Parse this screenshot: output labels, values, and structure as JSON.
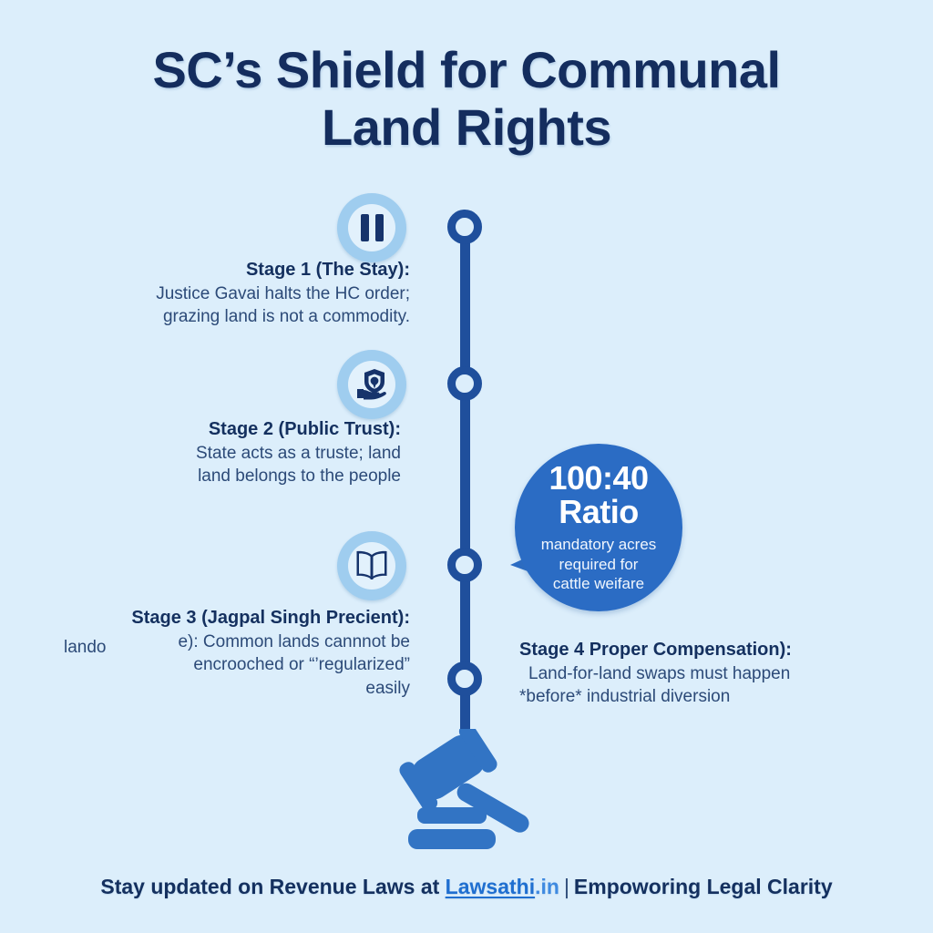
{
  "poster": {
    "title_line_1": "SC’s Shield for Communal",
    "title_line_2": "Land Rights",
    "background_color": "#dceefb",
    "accent_navy": "#14305f",
    "accent_blue": "#2b6cc4",
    "badge_ring_color": "#9fcdef"
  },
  "stages": [
    {
      "icon": "pause-icon",
      "heading": "Stage 1 (The Stay):",
      "body_line_1": "Justice Gavai halts the HC order;",
      "body_line_2": "grazing land is not a commodity."
    },
    {
      "icon": "shield-in-hand-icon",
      "heading": "Stage 2 (Public Trust):",
      "body_line_1": "State acts as a truste; land",
      "body_line_2": "land belongs to the people"
    },
    {
      "icon": "open-book-icon",
      "heading": "Stage 3 (Jagpal Singh Precient):",
      "body_line_1": "e): Common lands cannnot be",
      "body_line_2": "encrooched or “’regularized”",
      "body_line_3": "easily",
      "artifact_fragment": "lando"
    },
    {
      "icon": "none",
      "heading": "Stage 4 Proper Compensation):",
      "body_line_1": "Land-for-land swaps must happen",
      "body_line_2": "*before* industrial diversion"
    }
  ],
  "callout": {
    "ratio_line_1": "100:40",
    "ratio_line_2": "Ratio",
    "caption_line_1": "mandatory acres",
    "caption_line_2": "required for",
    "caption_line_3": "cattle weifare"
  },
  "footer": {
    "lead_text": "Stay updated on Revenue Laws at ",
    "brand": "Lawsathi",
    "tld": ".in",
    "separator": "|",
    "tagline": "Empoworing Legal Clarity"
  }
}
